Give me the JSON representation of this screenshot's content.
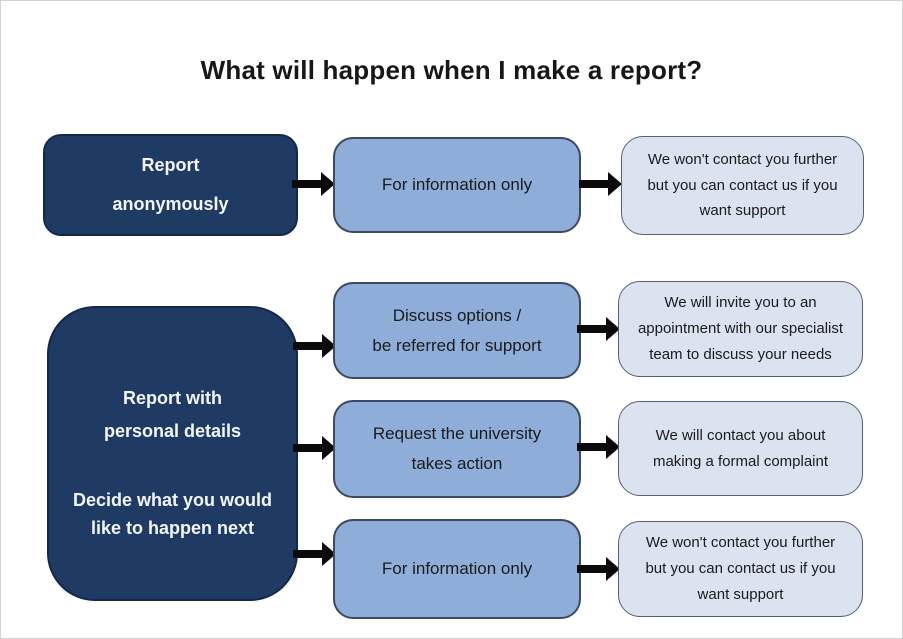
{
  "title": "What will happen when I make a report?",
  "colors": {
    "dark_navy_fill": "#1f3a63",
    "medium_blue_fill": "#8fadd9",
    "light_blue_fill": "#dbe3f1",
    "arrow_black": "#0a0a0a",
    "title_text": "#171717",
    "dark_box_text": "#f4f6fb",
    "body_text": "#1b1b1b"
  },
  "nodes": {
    "report_anonymously": [
      "Report",
      "anonymously"
    ],
    "report_personal": {
      "para1": [
        "Report with",
        "personal details"
      ],
      "para2": [
        "Decide what you would",
        "like to happen next"
      ]
    },
    "row1_action": "For information only",
    "row1_outcome": [
      "We won't contact you further",
      "but you can contact us if you",
      "want support"
    ],
    "row2_action": [
      "Discuss options /",
      "be referred for support"
    ],
    "row2_outcome": [
      "We will invite you to an",
      "appointment with our specialist",
      "team to discuss your needs"
    ],
    "row3_action": [
      "Request the university",
      "takes action"
    ],
    "row3_outcome": [
      "We will contact you about",
      "making a formal complaint"
    ],
    "row4_action": "For information only",
    "row4_outcome": [
      "We won't contact you further",
      "but you can contact us if you",
      "want support"
    ]
  }
}
